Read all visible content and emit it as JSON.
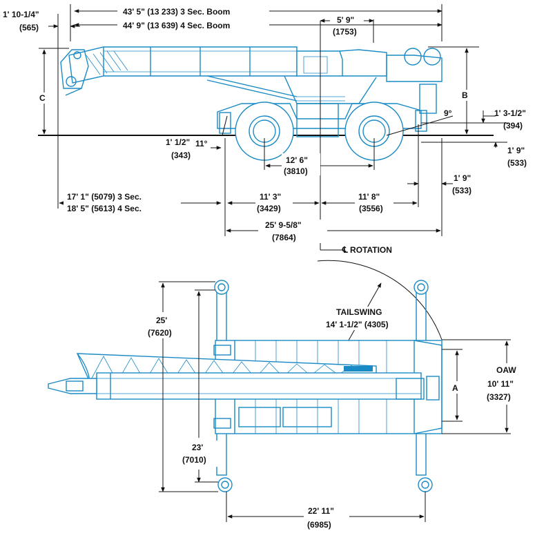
{
  "colors": {
    "line": "#1a8ac6",
    "dimension": "#111111",
    "background": "#ffffff"
  },
  "side_view": {
    "boom_3sec": "43' 5\" (13 233) 3 Sec. Boom",
    "boom_4sec": "44' 9\" (13 639) 4 Sec. Boom",
    "boom_tip_imperial": "1' 10-1/4\"",
    "boom_tip_metric": "(565)",
    "cab_imperial": "5' 9\"",
    "cab_metric": "(1753)",
    "label_c": "C",
    "label_b": "B",
    "angle_rear": "9°",
    "angle_front": "11°",
    "rear_clear_imperial": "1' 3-1/2\"",
    "rear_clear_metric": "(394)",
    "ground_clear_imperial": "1' 9\"",
    "ground_clear_metric": "(533)",
    "rear_overhang_imperial": "1' 9\"",
    "rear_overhang_metric": "(533)",
    "front_clear_imperial": "1' 1/2\"",
    "front_clear_metric": "(343)",
    "wheelbase_imperial": "12' 6\"",
    "wheelbase_metric": "(3810)",
    "front_overhang_3sec": "17' 1\" (5079) 3 Sec.",
    "front_overhang_4sec": "18' 5\" (5613) 4 Sec.",
    "front_axle_imperial": "11' 3\"",
    "front_axle_metric": "(3429)",
    "rear_axle_imperial": "11' 8\"",
    "rear_axle_metric": "(3556)",
    "overall_imperial": "25' 9-5/8\"",
    "overall_metric": "(7864)",
    "rotation_label": "℄ ROTATION"
  },
  "top_view": {
    "tailswing_label": "TAILSWING",
    "tailswing_value": "14' 1-1/2\" (4305)",
    "front_outrigger_imperial": "25'",
    "front_outrigger_metric": "(7620)",
    "rear_outrigger_imperial": "23'",
    "rear_outrigger_metric": "(7010)",
    "label_a": "A",
    "oaw_label": "OAW",
    "oaw_imperial": "10' 11\"",
    "oaw_metric": "(3327)",
    "outrigger_span_imperial": "22' 11\"",
    "outrigger_span_metric": "(6985)"
  }
}
